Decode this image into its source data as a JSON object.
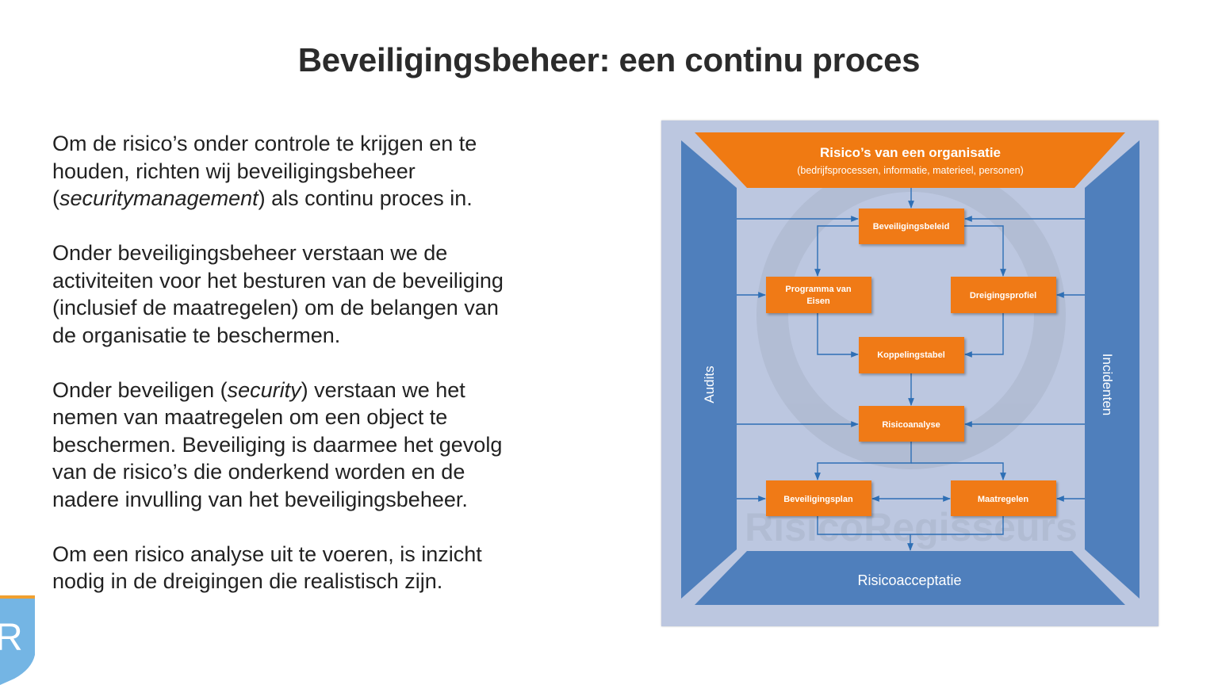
{
  "slide": {
    "title": "Beveiligingsbeheer: een continu proces",
    "paragraphs": [
      {
        "lines": [
          [
            "Om de risico’s onder controle te krijgen en te"
          ],
          [
            "houden, richten wij beveiligingsbeheer"
          ],
          [
            "(",
            "securitymanagement",
            ") als continu proces in."
          ]
        ]
      },
      {
        "lines": [
          [
            "Onder beveiligingsbeheer verstaan we de"
          ],
          [
            "activiteiten voor het besturen van de beveiliging"
          ],
          [
            "(inclusief de maatregelen) om de belangen van"
          ],
          [
            "de organisatie te beschermen."
          ]
        ]
      },
      {
        "lines": [
          [
            "Onder beveiligen (",
            "security",
            ") verstaan we het"
          ],
          [
            "nemen van maatregelen om een object te"
          ],
          [
            "beschermen. Beveiliging is daarmee het gevolg"
          ],
          [
            "van de risico’s die onderkend worden en de"
          ],
          [
            "nadere invulling van het beveiligingsbeheer."
          ]
        ]
      },
      {
        "lines": [
          [
            "Om een risico analyse uit te voeren, is inzicht"
          ],
          [
            "nodig in de dreigingen die realistisch zijn."
          ]
        ]
      }
    ]
  },
  "diagram": {
    "top_title": "Risico’s van een organisatie",
    "top_subtitle": "(bedrijfsprocessen, informatie, materieel, personen)",
    "left_label": "Audits",
    "right_label": "Incidenten",
    "bottom_label": "Risicoacceptatie",
    "watermark": "RisicoRegisseurs",
    "boxes": {
      "beleid": "Beveiligingsbeleid",
      "pve_1": "Programma van",
      "pve_2": "Eisen",
      "dreiging": "Dreigingsprofiel",
      "koppeling": "Koppelingstabel",
      "analyse": "Risicoanalyse",
      "plan": "Beveiligingsplan",
      "maatregelen": "Maatregelen"
    },
    "colors": {
      "background": "#bcc7e0",
      "blue": "#4f7fbc",
      "orange": "#f07a12",
      "arrow": "#2e6fb5"
    }
  },
  "logo": {
    "letter": "R",
    "colors": {
      "shield": "#74b5e4",
      "accent": "#f0a030"
    }
  }
}
